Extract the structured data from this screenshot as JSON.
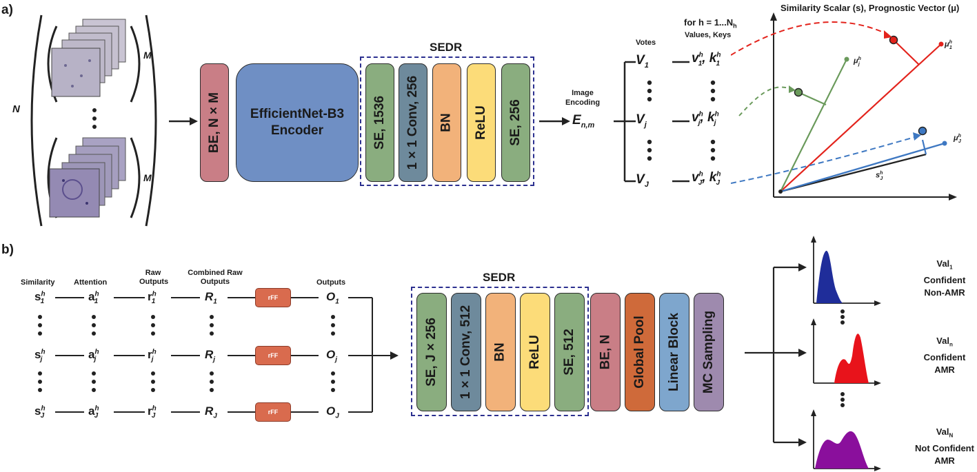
{
  "panel_a": {
    "label": "a)",
    "n_label": "N",
    "m_label_top": "M",
    "m_label_bottom": "M",
    "be_block": "BE, N × M",
    "encoder": "EfficientNet-B3 Encoder",
    "sedr_title": "SEDR",
    "sedr_blocks": [
      "SE, 1536",
      "1 × 1 Conv, 256",
      "BN",
      "ReLU",
      "SE, 256"
    ],
    "image_encoding_label": "Image Encoding",
    "encoding_symbol": "E",
    "encoding_sub": "n,m",
    "votes_header": "Votes",
    "for_h": "for h = 1...N",
    "for_h_sub": "h",
    "values_keys_header": "Values, Keys",
    "votes": [
      "V1",
      "Vj",
      "VJ"
    ],
    "vote_subs": [
      "1",
      "j",
      "J"
    ],
    "plot_title": "Similarity Scalar (s), Prognostic Vector (μ)",
    "mu_labels": [
      "μ",
      "μ",
      "μ"
    ],
    "mu_subs": [
      "1",
      "j",
      "J"
    ],
    "s_label": "s",
    "s_sub": "J",
    "h": "h",
    "colors": {
      "red": "#e3231c",
      "green": "#6a9a5b",
      "blue": "#3e78c2",
      "be": "#c97e86",
      "encoder": "#6f8fc4",
      "se": "#8aad7f",
      "conv": "#6e8a9c",
      "bn": "#f2b27a",
      "relu": "#fcdc79",
      "pool": "#cf6a3a",
      "linear": "#7ea6cd",
      "mc": "#9e8aae"
    }
  },
  "panel_b": {
    "label": "b)",
    "headers": [
      "Similarity",
      "Attention",
      "Raw Outputs",
      "Combined Raw Outputs",
      "Outputs"
    ],
    "rows": [
      {
        "s": "s",
        "a": "a",
        "r": "r",
        "R": "R",
        "O": "O",
        "sub": "1"
      },
      {
        "s": "s",
        "a": "a",
        "r": "r",
        "R": "R",
        "O": "O",
        "sub": "j"
      },
      {
        "s": "s",
        "a": "a",
        "r": "r",
        "R": "R",
        "O": "O",
        "sub": "J"
      }
    ],
    "rff_label": "rFF",
    "sedr_title": "SEDR",
    "sedr_blocks": [
      "SE, J × 256",
      "1 × 1 Conv, 512",
      "BN",
      "ReLU",
      "SE, 512"
    ],
    "tail_blocks": [
      "BE, N",
      "Global Pool",
      "Linear Block",
      "MC Sampling"
    ],
    "outputs": [
      {
        "val": "Val",
        "sub": "1",
        "line1": "Confident",
        "line2": "Non-AMR",
        "color": "#1f2d9a"
      },
      {
        "val": "Val",
        "sub": "n",
        "line1": "Confident",
        "line2": "AMR",
        "color": "#e8131b"
      },
      {
        "val": "Val",
        "sub": "N",
        "line1": "Not Confident",
        "line2": "AMR",
        "color": "#8a0f9c"
      }
    ]
  }
}
